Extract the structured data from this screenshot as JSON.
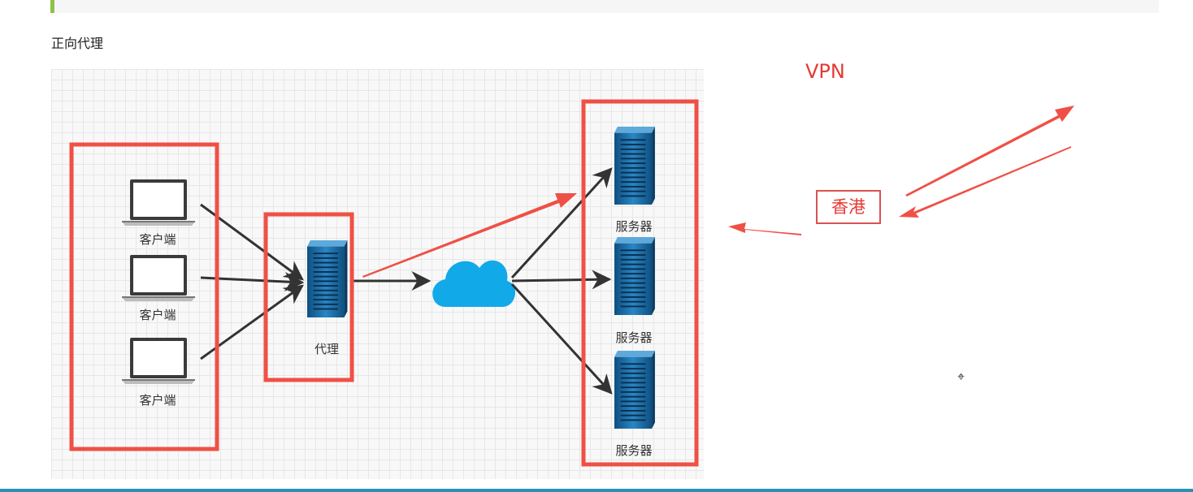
{
  "page": {
    "heading": "正向代理"
  },
  "diagram": {
    "client_label": "客户端",
    "proxy_label": "代理",
    "server_label": "服务器"
  },
  "annotations": {
    "vpn": "VPN",
    "hongkong": "香港"
  },
  "colors": {
    "annotation_red": "#e53935",
    "server_blue": "#1f6fa8",
    "cloud_blue": "#12a9e8",
    "quote_bar_accent": "#8bc34a"
  },
  "icons": [
    "laptop-icon",
    "server-icon",
    "cloud-icon"
  ]
}
